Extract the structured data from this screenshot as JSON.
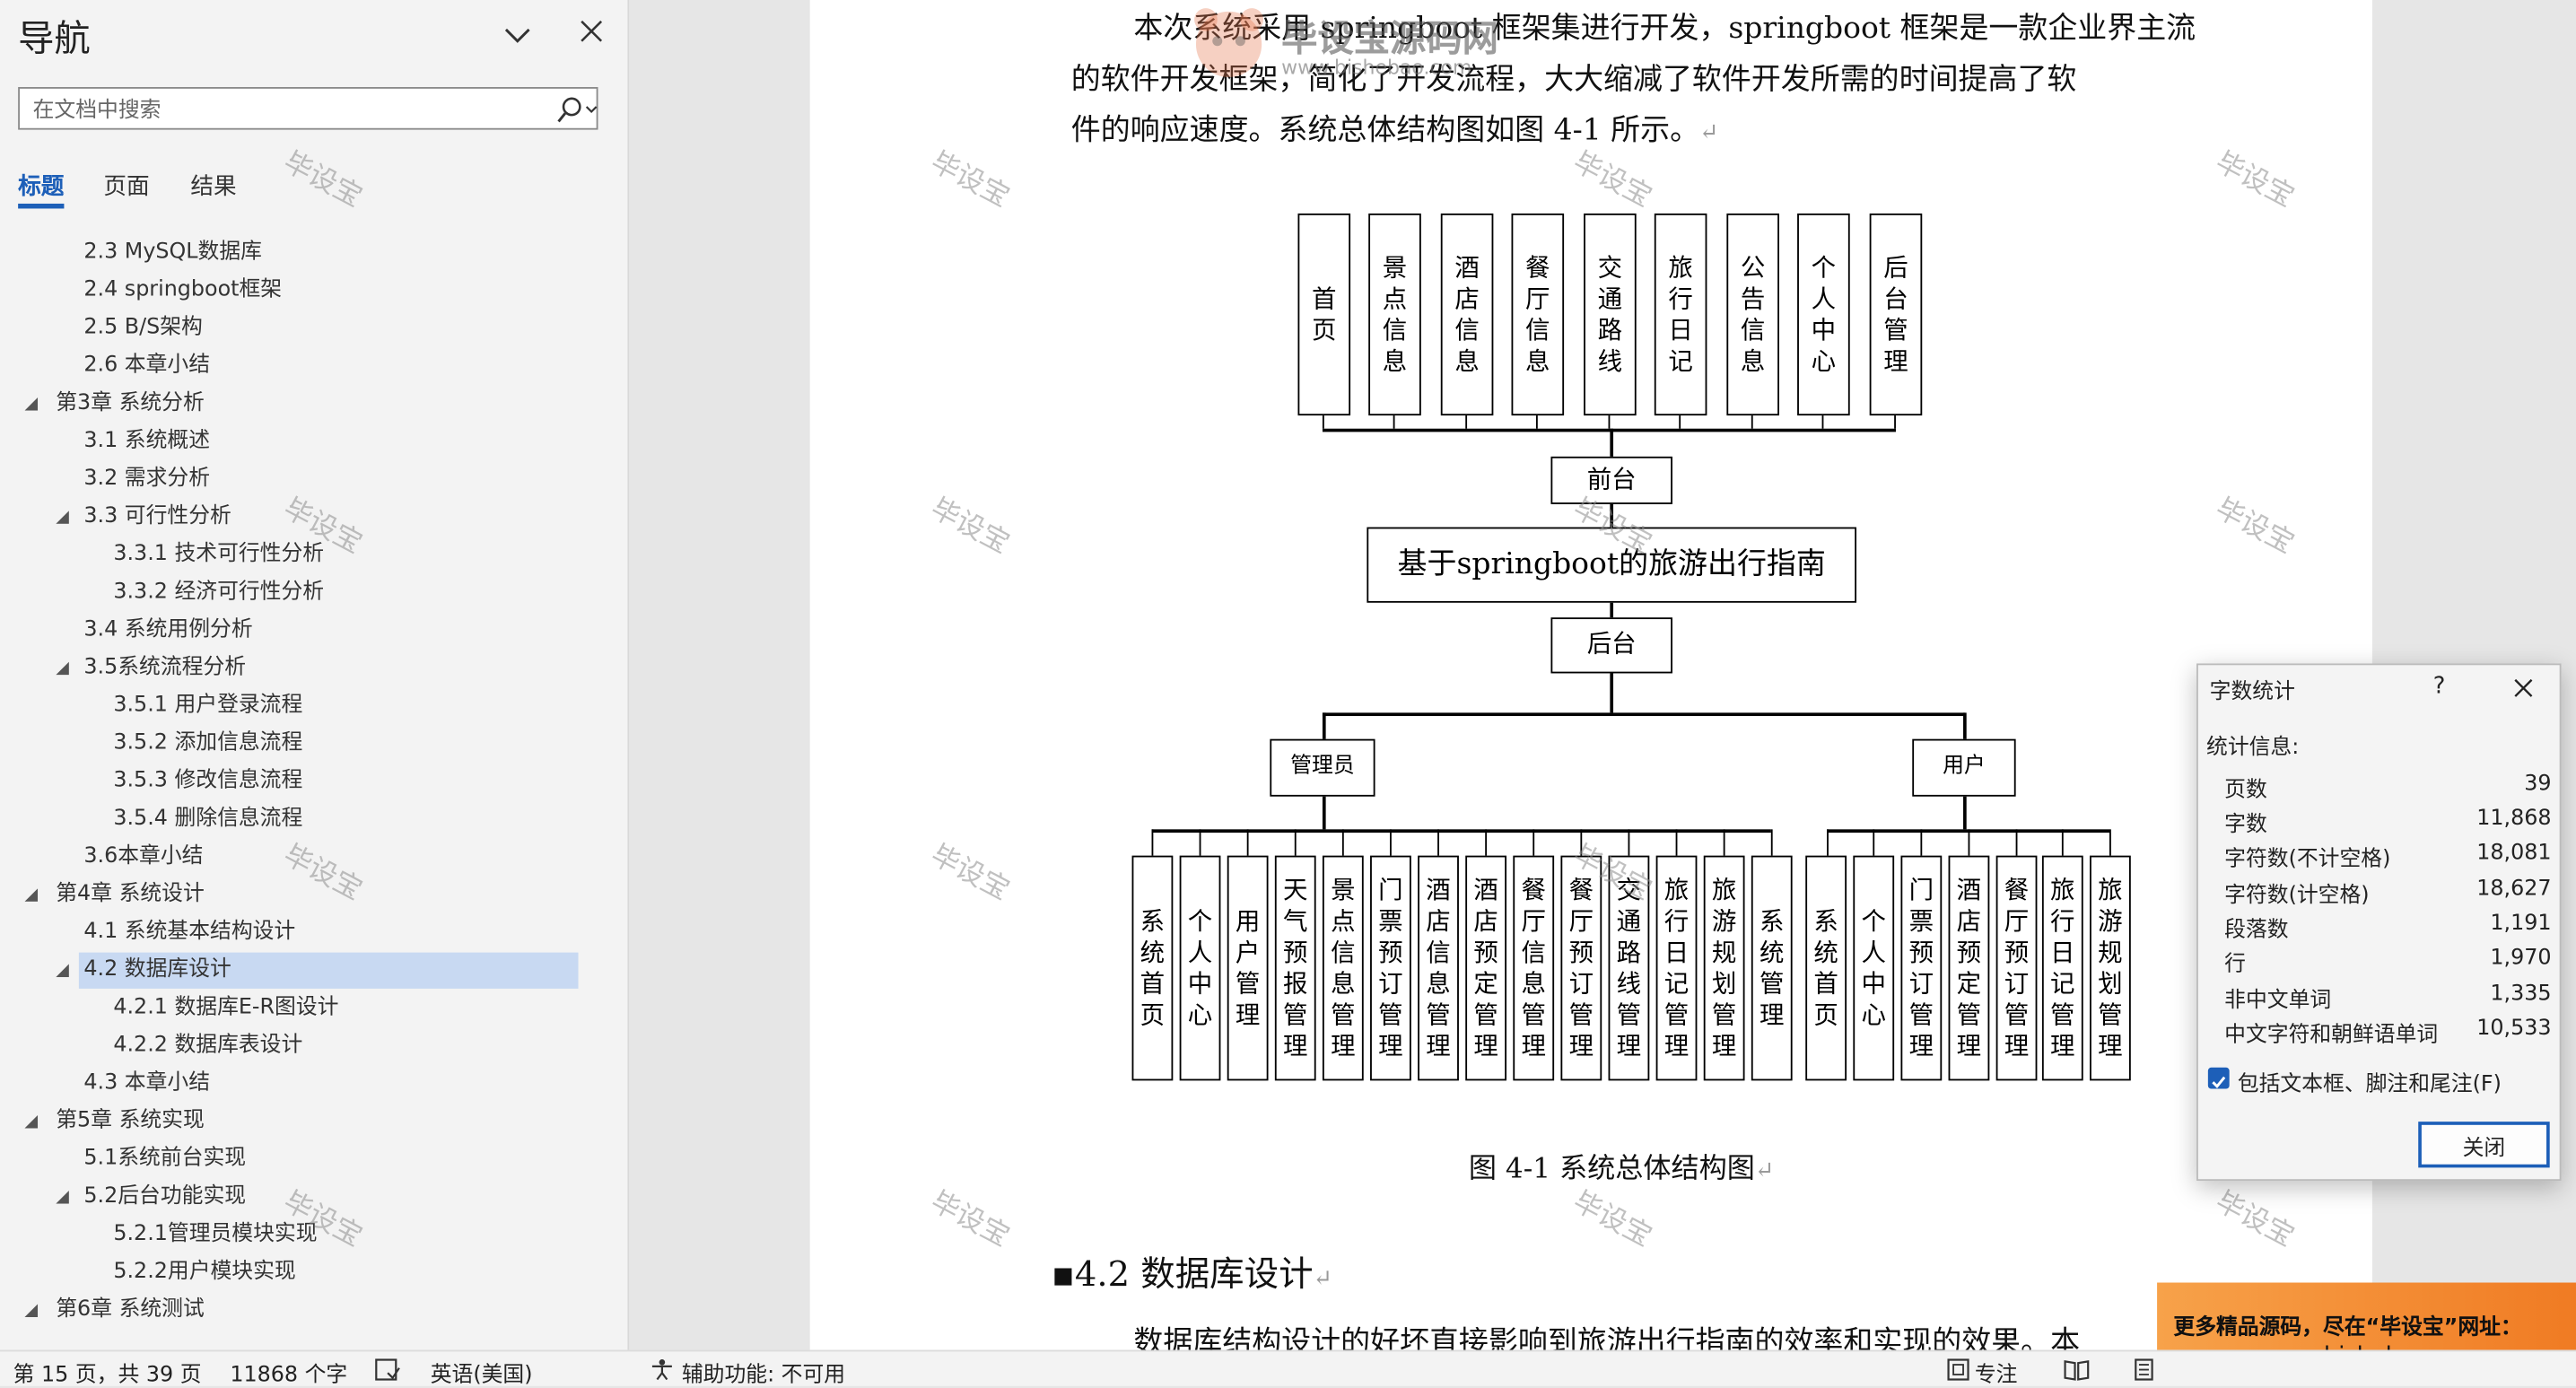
{
  "nav": {
    "title": "导航",
    "search_placeholder": "在文档中搜索",
    "tabs": [
      "标题",
      "页面",
      "结果"
    ],
    "items": [
      {
        "text": "2.3 MySQL数据库"
      },
      {
        "text": "2.4 springboot框架"
      },
      {
        "text": "2.5 B/S架构"
      },
      {
        "text": "2.6 本章小结"
      },
      {
        "text": "第3章 系统分析"
      },
      {
        "text": "3.1 系统概述"
      },
      {
        "text": "3.2 需求分析"
      },
      {
        "text": "3.3 可行性分析"
      },
      {
        "text": "3.3.1 技术可行性分析"
      },
      {
        "text": "3.3.2 经济可行性分析"
      },
      {
        "text": "3.4 系统用例分析"
      },
      {
        "text": "3.5系统流程分析"
      },
      {
        "text": "3.5.1 用户登录流程"
      },
      {
        "text": "3.5.2 添加信息流程"
      },
      {
        "text": "3.5.3 修改信息流程"
      },
      {
        "text": "3.5.4 删除信息流程"
      },
      {
        "text": "3.6本章小结"
      },
      {
        "text": "第4章 系统设计"
      },
      {
        "text": "4.1 系统基本结构设计"
      },
      {
        "text": "4.2 数据库设计"
      },
      {
        "text": "4.2.1 数据库E-R图设计"
      },
      {
        "text": "4.2.2 数据库表设计"
      },
      {
        "text": "4.3 本章小结"
      },
      {
        "text": "第5章 系统实现"
      },
      {
        "text": "5.1系统前台实现"
      },
      {
        "text": "5.2后台功能实现"
      },
      {
        "text": "5.2.1管理员模块实现"
      },
      {
        "text": "5.2.2用户模块实现"
      },
      {
        "text": "第6章 系统测试"
      }
    ]
  },
  "document": {
    "line1": "本次系统采用 springboot 框架集进行开发，springboot 框架是一款企业界主流",
    "line2": "的软件开发框架，简化了开发流程，大大缩减了软件开发所需的时间提高了软",
    "line3": "件的响应速度。系统总体结构图如图 4-1 所示。",
    "return_mark": "↵",
    "caption": "图 4-1  系统总体结构图",
    "heading": "▪4.2  数据库设计",
    "last_line": "数据库结构设计的好坏直接影响到旅游出行指南的效率和实现的效果。本"
  },
  "diagram": {
    "front_modules": [
      "首页",
      "景点信息",
      "酒店信息",
      "餐厅信息",
      "交通路线",
      "旅行日记",
      "公告信息",
      "个人中心",
      "后台管理"
    ],
    "front_label": "前台",
    "system_title": "基于springboot的旅游出行指南",
    "back_label": "后台",
    "admin_label": "管理员",
    "user_label": "用户",
    "admin_modules": [
      "系统首页",
      "个人中心",
      "用户管理",
      "天气预报管理",
      "景点信息管理",
      "门票预订管理",
      "酒店信息管理",
      "酒店预定管理",
      "餐厅信息管理",
      "餐厅预订管理",
      "交通路线管理",
      "旅行日记管理",
      "旅游规划管理",
      "系统管理"
    ],
    "user_modules": [
      "系统首页",
      "个人中心",
      "门票预订管理",
      "酒店预定管理",
      "餐厅预订管理",
      "旅行日记管理",
      "旅游规划管理"
    ]
  },
  "watermark": {
    "text": "毕设宝",
    "logo_text": "毕设宝源码网",
    "logo_url": "www.bishebao.com"
  },
  "word_count": {
    "title": "字数统计",
    "help": "?",
    "section": "统计信息:",
    "stats": [
      {
        "label": "页数",
        "value": "39"
      },
      {
        "label": "字数",
        "value": "11,868"
      },
      {
        "label": "字符数(不计空格)",
        "value": "18,081"
      },
      {
        "label": "字符数(计空格)",
        "value": "18,627"
      },
      {
        "label": "段落数",
        "value": "1,191"
      },
      {
        "label": "行",
        "value": "1,970"
      },
      {
        "label": "非中文单词",
        "value": "1,335"
      },
      {
        "label": "中文字符和朝鲜语单词",
        "value": "10,533"
      }
    ],
    "checkbox_label": "包括文本框、脚注和尾注(F)",
    "checkbox_checked": true,
    "close_button": "关闭"
  },
  "ad": {
    "line1": "更多精品源码，尽在“毕设宝”网址：",
    "line2": "www.bishebao.com"
  },
  "status": {
    "page": "第 15 页，共 39 页",
    "words": "11868 个字",
    "language": "英语(美国)",
    "accessibility": "辅助功能: 不可用",
    "focus": "专注"
  },
  "colors": {
    "accent": "#1d5fb8",
    "selection": "#c8d9f2",
    "ad_orange": "#f07b23"
  }
}
